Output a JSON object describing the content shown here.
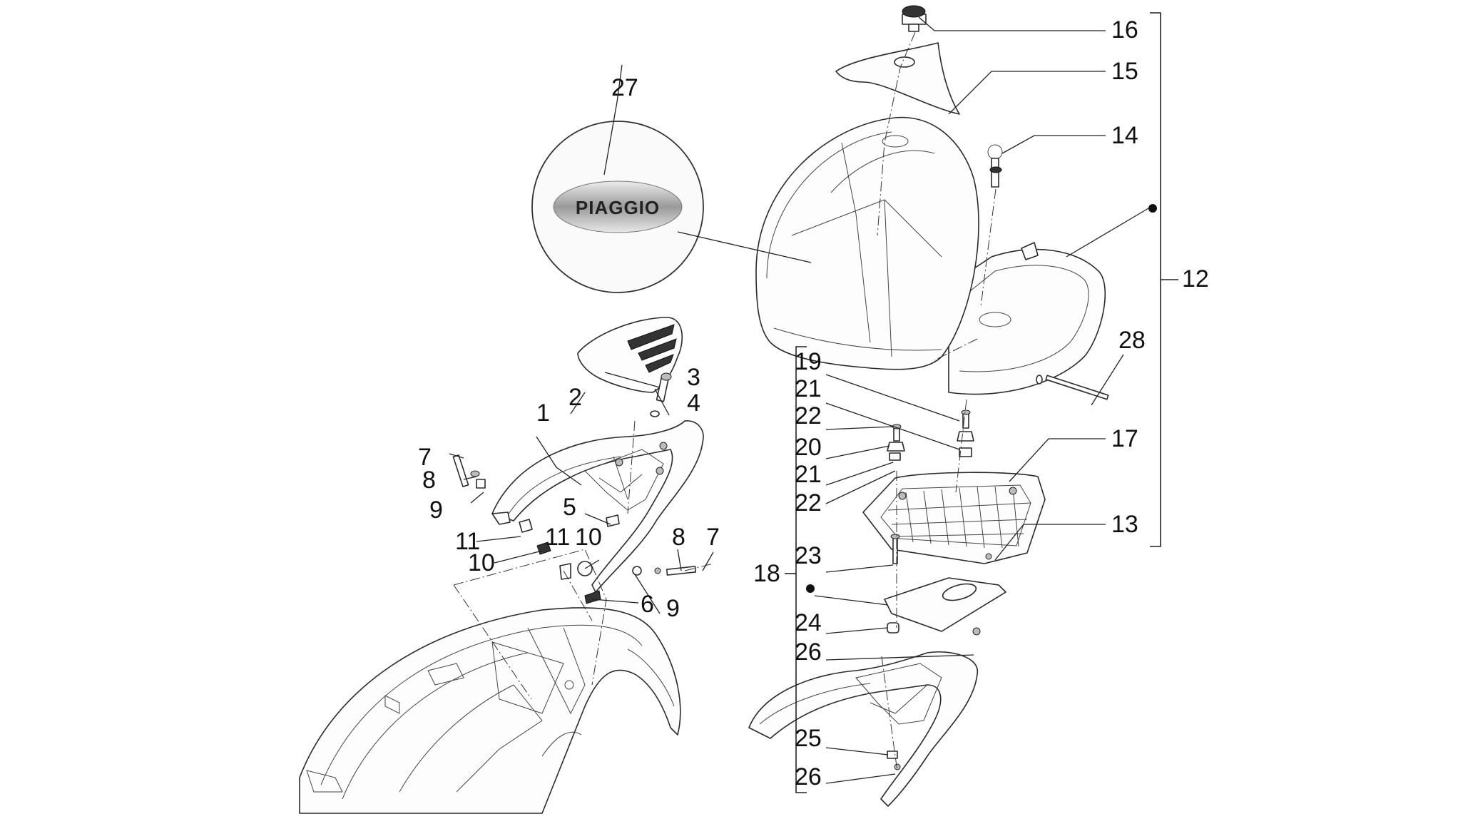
{
  "logo": {
    "text": "PIAGGIO"
  },
  "labels": {
    "l1": "1",
    "l2": "2",
    "l3": "3",
    "l4": "4",
    "l5": "5",
    "l6": "6",
    "l7a": "7",
    "l7b": "7",
    "l8a": "8",
    "l8b": "8",
    "l9a": "9",
    "l9b": "9",
    "l10a": "10",
    "l10b": "10",
    "l11a": "11",
    "l11b": "11",
    "l12": "12",
    "l13": "13",
    "l14": "14",
    "l15": "15",
    "l16": "16",
    "l17": "17",
    "l18": "18",
    "l19": "19",
    "l20": "20",
    "l21a": "21",
    "l21b": "21",
    "l22a": "22",
    "l22b": "22",
    "l23": "23",
    "l24": "24",
    "l25": "25",
    "l26a": "26",
    "l26b": "26",
    "l27": "27",
    "l28": "28"
  }
}
